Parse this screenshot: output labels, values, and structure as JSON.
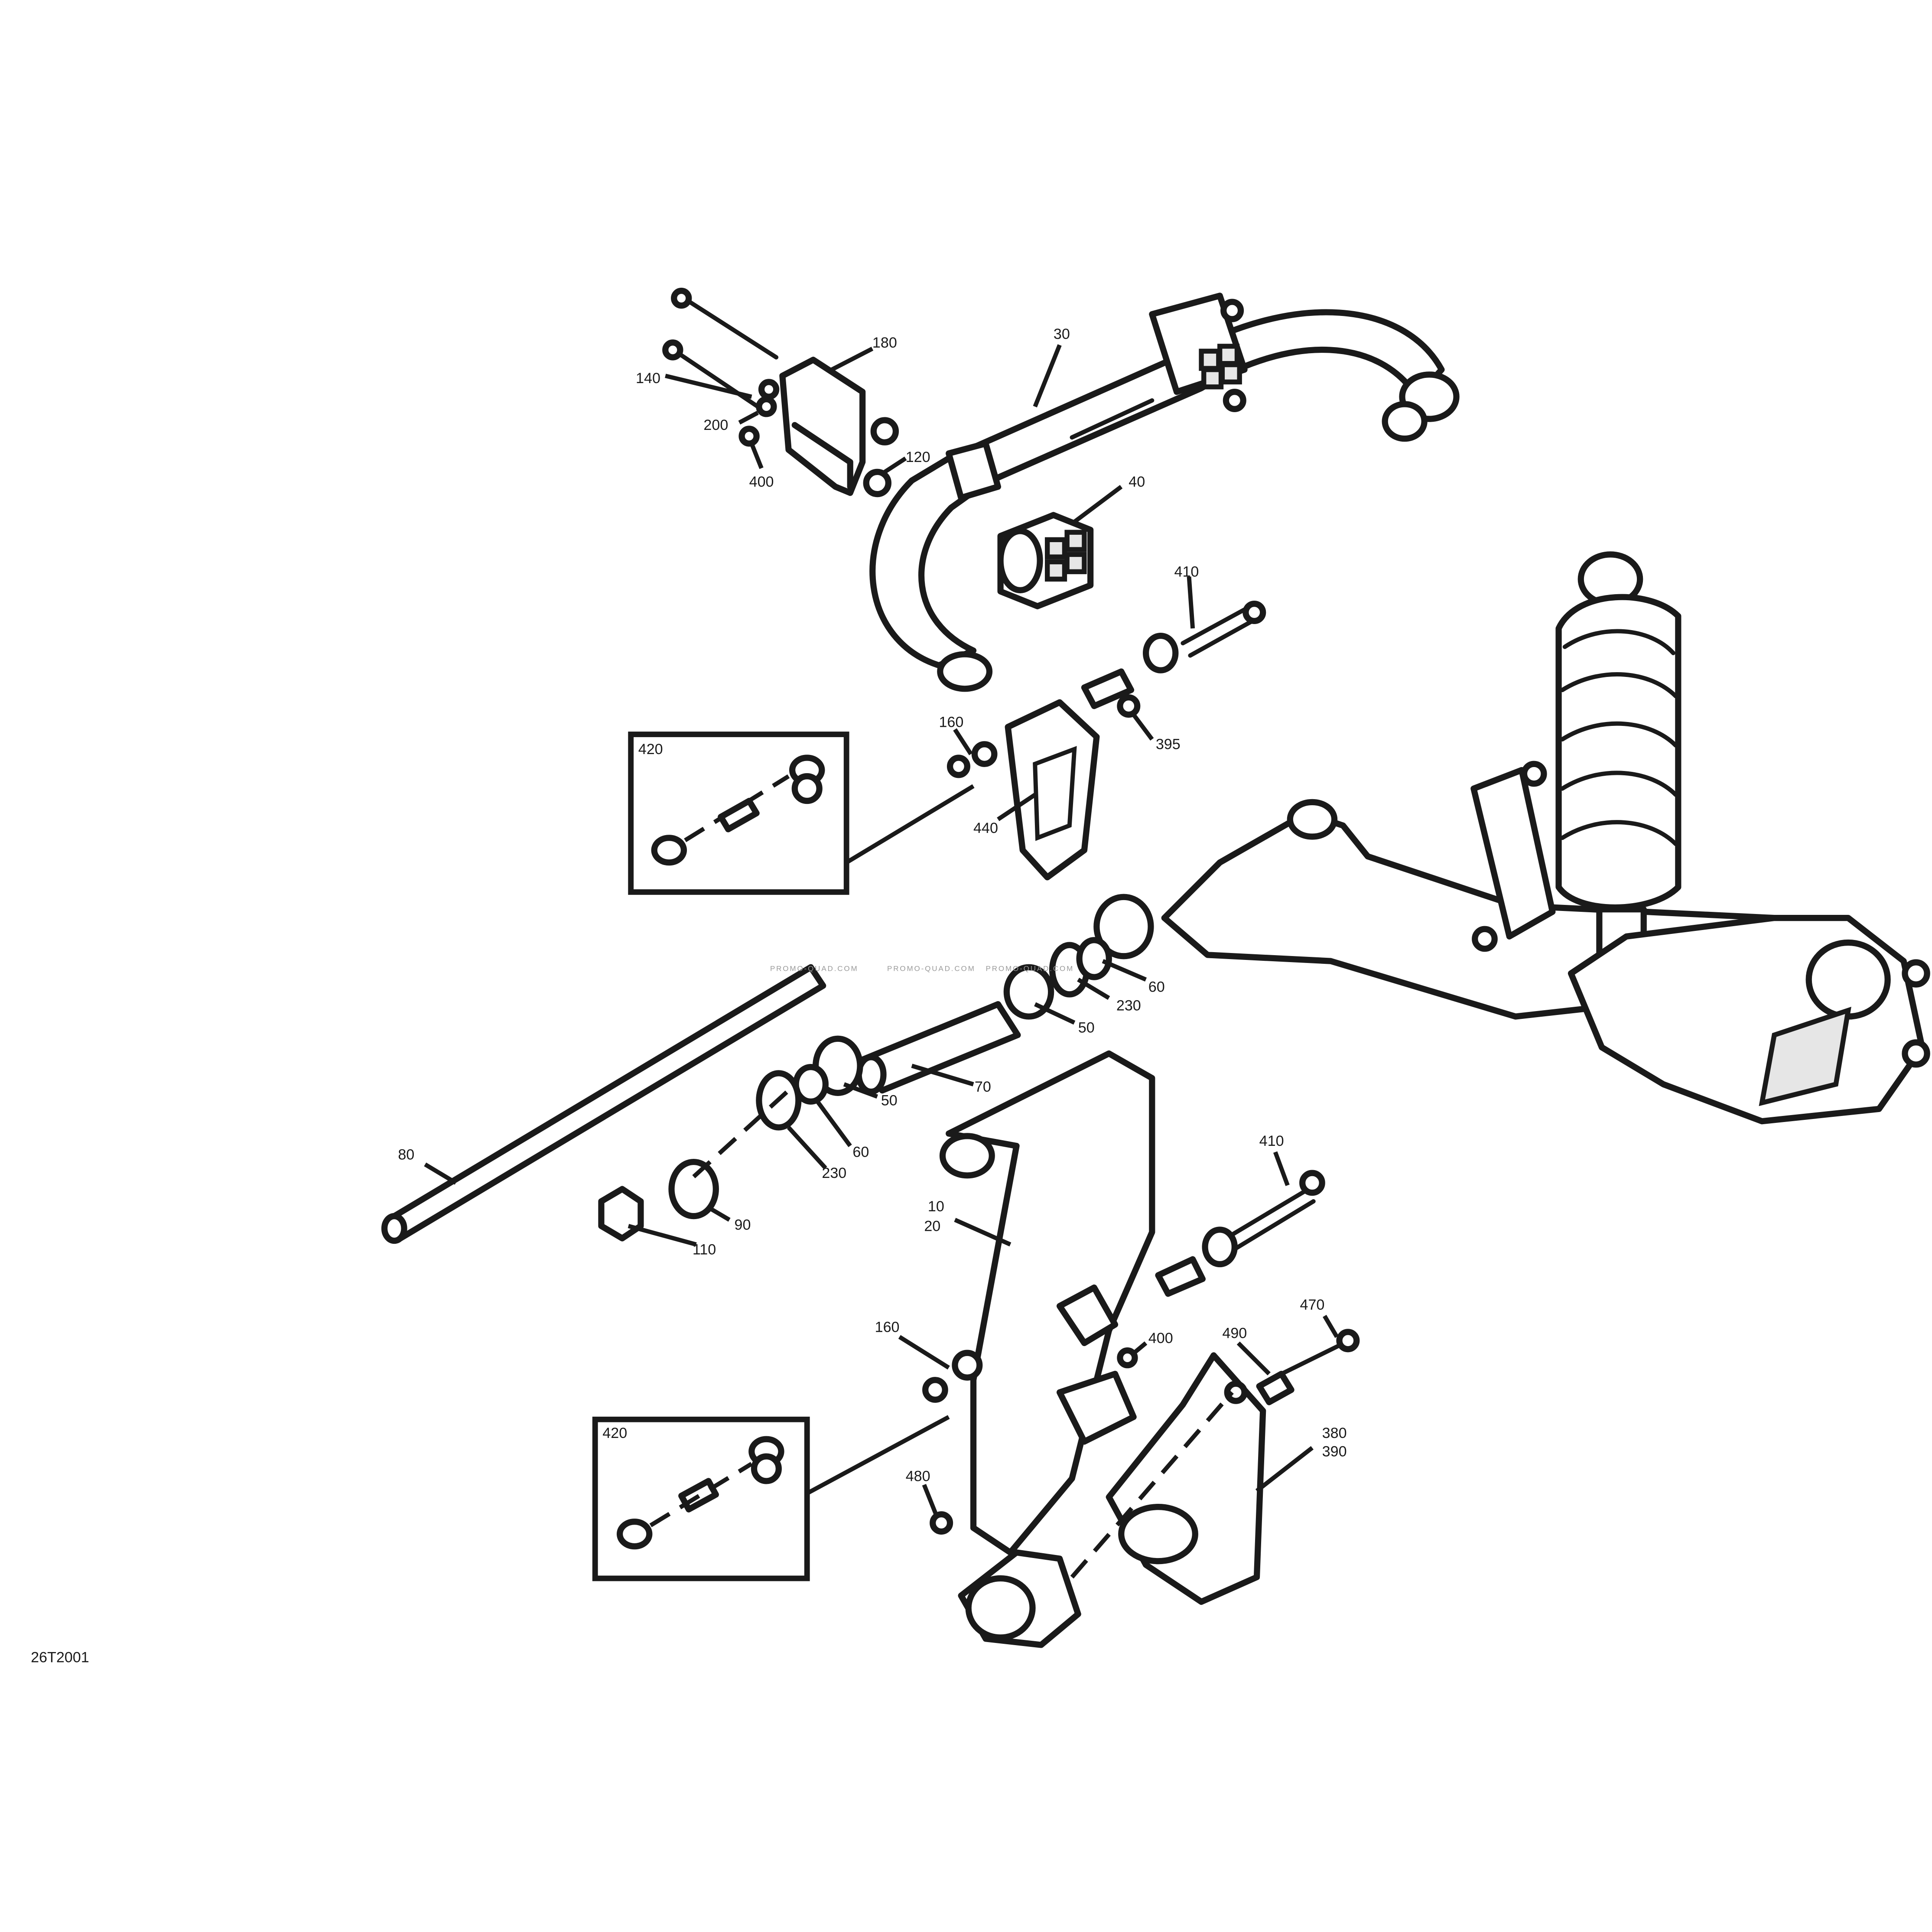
{
  "diagram": {
    "drawing_code": "26T2001",
    "watermarks": [
      "PROMO-QUAD.COM",
      "PROMO-QUAD.COM",
      "PROMO-QUAD.COM"
    ],
    "callouts": {
      "c30": "30",
      "c180": "180",
      "c140": "140",
      "c200": "200",
      "c400_top": "400",
      "c120": "120",
      "c40": "40",
      "c410_top": "410",
      "c160_top": "160",
      "c395": "395",
      "c420_top": "420",
      "c440": "440",
      "c60_right": "60",
      "c230_right": "230",
      "c50_right": "50",
      "c70": "70",
      "c50_left": "50",
      "c60_left": "60",
      "c230_left": "230",
      "c80": "80",
      "c90": "90",
      "c110": "110",
      "c10": "10",
      "c20": "20",
      "c410_bottom": "410",
      "c470": "470",
      "c160_bottom": "160",
      "c400_bottom": "400",
      "c490": "490",
      "c380": "380",
      "c390": "390",
      "c420_bottom": "420",
      "c480": "480"
    }
  }
}
